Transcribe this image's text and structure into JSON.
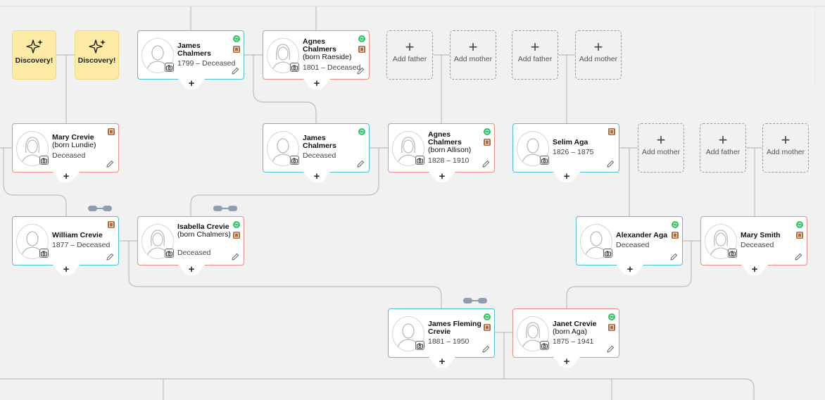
{
  "labels": {
    "discovery": "Discovery!",
    "add_father": "Add father",
    "add_mother": "Add mother",
    "plus": "+"
  },
  "people": {
    "james_chalmers_1799": {
      "name": "James Chalmers",
      "dates": "1799 – Deceased"
    },
    "agnes_chalmers_1801": {
      "name": "Agnes Chalmers",
      "born": "(born Raeside)",
      "dates": "1801 – Deceased"
    },
    "mary_crevie": {
      "name": "Mary Crevie",
      "born": "(born Lundie)",
      "dates": "Deceased"
    },
    "james_chalmers": {
      "name": "James Chalmers",
      "dates": "Deceased"
    },
    "agnes_chalmers_1828": {
      "name": "Agnes Chalmers",
      "born": "(born Allison)",
      "dates": "1828 – 1910"
    },
    "selim_aga": {
      "name": "Selim Aga",
      "dates": "1826 – 1875"
    },
    "william_crevie": {
      "name": "William Crevie",
      "dates": "1877 – Deceased"
    },
    "isabella_crevie": {
      "name": "Isabella Crevie",
      "born": "(born Chalmers)",
      "dates": "Deceased"
    },
    "alexander_aga": {
      "name": "Alexander Aga",
      "dates": "Deceased"
    },
    "mary_smith": {
      "name": "Mary Smith",
      "dates": "Deceased"
    },
    "james_fleming_crevie": {
      "name": "James Fleming Crevie",
      "dates": "1881 – 1950"
    },
    "janet_crevie": {
      "name": "Janet Crevie",
      "born": "(born Aga)",
      "dates": "1875 – 1941"
    }
  },
  "colors": {
    "male_border": "#4fbfd6",
    "female_border": "#ec8d86",
    "record_hint": "#34c36a",
    "source_hint": "#b06a3e",
    "discovery_bg": "#fdeaa4",
    "line": "#bdbdbd"
  },
  "icons": [
    "sparkle-icon",
    "camera-icon",
    "pencil-icon",
    "record-hint-icon",
    "source-hint-icon",
    "plus-icon",
    "link-icon",
    "avatar-male-icon",
    "avatar-female-icon"
  ]
}
